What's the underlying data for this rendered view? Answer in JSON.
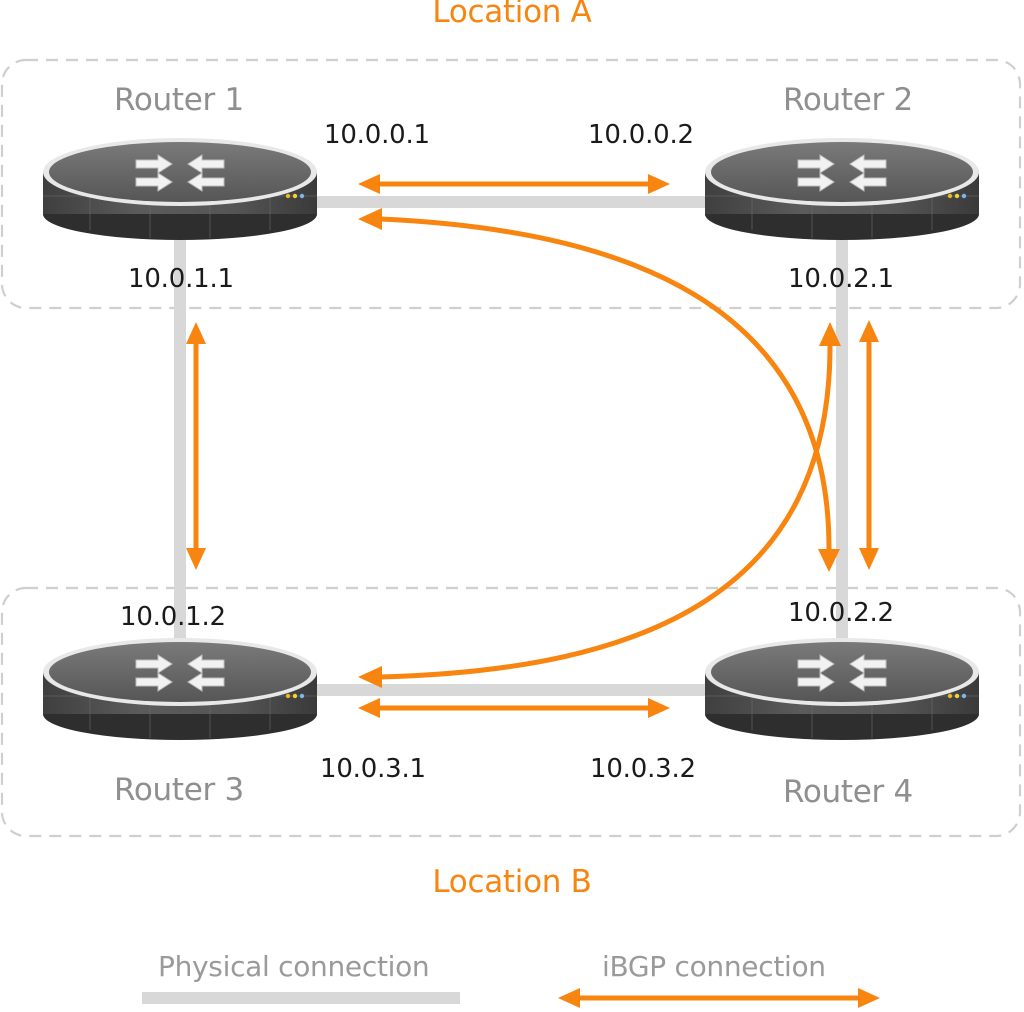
{
  "colors": {
    "physical": "#d8d8d8",
    "ibgp": "#f7850f",
    "location_text": "#f7850f",
    "router_label": "#8f8f8f",
    "ip_text": "#1a1a1a",
    "region_border": "#cfcfcf"
  },
  "locations": {
    "a": "Location A",
    "b": "Location B"
  },
  "routers": {
    "r1": "Router 1",
    "r2": "Router 2",
    "r3": "Router 3",
    "r4": "Router 4"
  },
  "ips": {
    "r1_to_r2": "10.0.0.1",
    "r2_to_r1": "10.0.0.2",
    "r1_to_r3": "10.0.1.1",
    "r3_to_r1": "10.0.1.2",
    "r2_to_r4": "10.0.2.1",
    "r4_to_r2": "10.0.2.2",
    "r3_to_r4": "10.0.3.1",
    "r4_to_r3": "10.0.3.2"
  },
  "legend": {
    "physical": "Physical connection",
    "ibgp": "iBGP connection"
  },
  "icons": {
    "router": "router-icon",
    "arrow": "double-arrow-icon"
  }
}
